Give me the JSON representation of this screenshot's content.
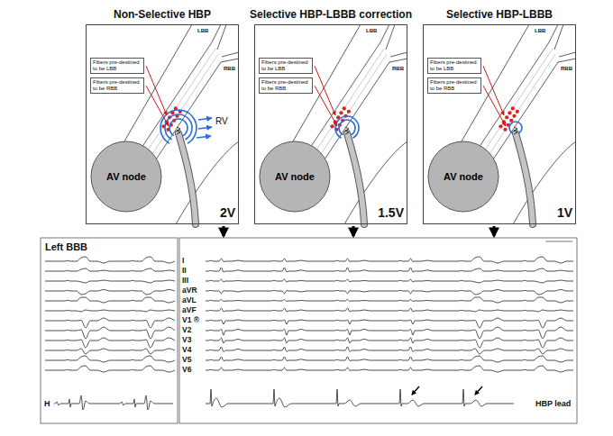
{
  "diagram": {
    "nodes": [
      {
        "text": [
          "Non-Selective HBP"
        ]
      },
      {
        "text": [
          "AV node"
        ],
        "in": 0
      },
      {
        "text": [
          "Fibers pre-destined to be LBB"
        ],
        "in": 0
      },
      {
        "text": [
          "Fibers pre-destined to be RBB"
        ],
        "in": 0
      },
      {
        "text": [
          "Selective HBP-LBBB correction"
        ]
      },
      {
        "text": [
          "AV node"
        ],
        "in": 4
      },
      {
        "text": [
          "Fibers pre-destined to be LBB"
        ],
        "in": 4
      },
      {
        "text": [
          "Fibers pre-destined to be RBB"
        ],
        "in": 4
      },
      {
        "text": [
          "Selective HBP-LBBB"
        ]
      },
      {
        "text": [
          "AV node"
        ],
        "in": 8
      },
      {
        "text": [
          "Fibers pre-destined to be LBB"
        ],
        "in": 8
      },
      {
        "text": [
          "Fibers pre-destined to be RBB"
        ],
        "in": 8
      }
    ],
    "labels": [
      "LBB",
      "RBB",
      "RV",
      "2V",
      "LBB",
      "RBB",
      "1.5V",
      "LBB",
      "RBB",
      "1V",
      "Left BBB",
      "I",
      "II",
      "III",
      "aVR",
      "aVL",
      "aVF",
      "V1 ®",
      "V2",
      "V3",
      "V4",
      "V5",
      "V6",
      "H",
      "HBP lead"
    ]
  }
}
